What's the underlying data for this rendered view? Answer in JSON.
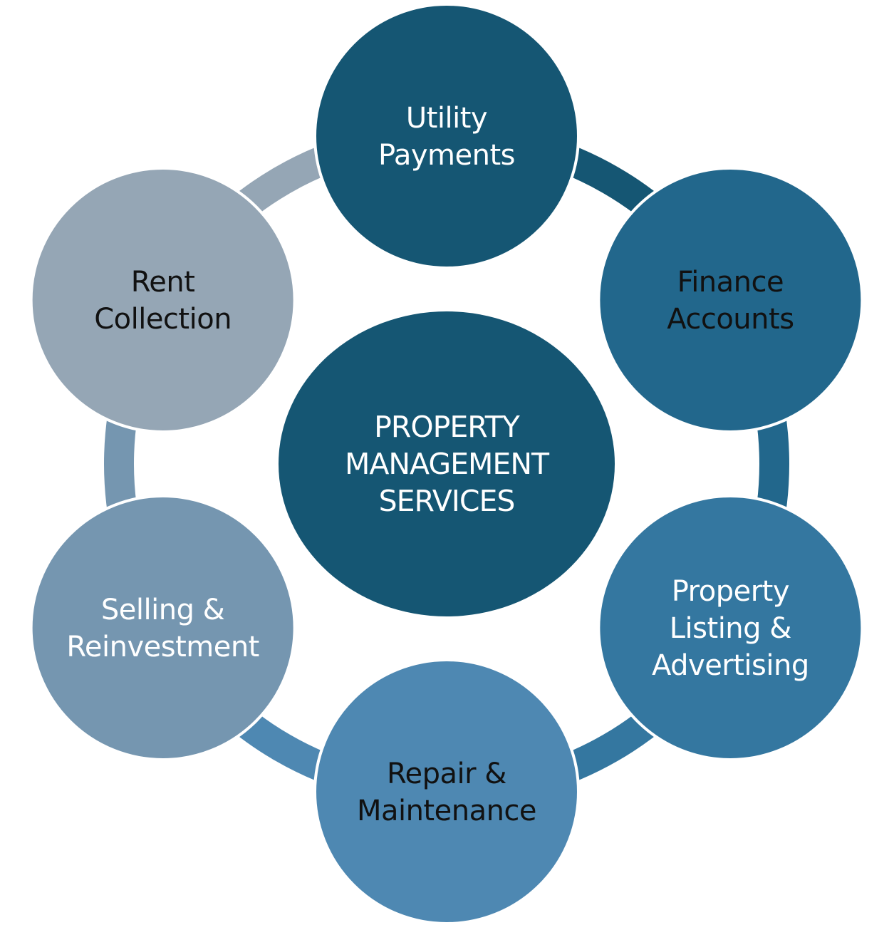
{
  "center": {
    "lines": [
      "PROPERTY",
      "MANAGEMENT",
      "SERVICES"
    ],
    "fill": "#155673",
    "text_color": "#ffffff"
  },
  "nodes": [
    {
      "id": "utility-payments",
      "lines": [
        "Utility",
        "Payments"
      ],
      "fill": "#155673",
      "text_color": "#ffffff"
    },
    {
      "id": "finance-accounts",
      "lines": [
        "Finance",
        "Accounts"
      ],
      "fill": "#22678C",
      "text_color": "#111111"
    },
    {
      "id": "property-listing-advertising",
      "lines": [
        "Property",
        "Listing &",
        "Advertising"
      ],
      "fill": "#3477A0",
      "text_color": "#ffffff"
    },
    {
      "id": "repair-maintenance",
      "lines": [
        "Repair &",
        "Maintenance"
      ],
      "fill": "#4E88B2",
      "text_color": "#111111"
    },
    {
      "id": "selling-reinvestment",
      "lines": [
        "Selling &",
        "Reinvestment"
      ],
      "fill": "#7596B0",
      "text_color": "#ffffff"
    },
    {
      "id": "rent-collection",
      "lines": [
        "Rent",
        "Collection"
      ],
      "fill": "#95A6B5",
      "text_color": "#111111"
    }
  ],
  "connectors": [
    {
      "id": "utility-to-finance",
      "color": "#155673"
    },
    {
      "id": "finance-to-listing",
      "color": "#22678C"
    },
    {
      "id": "listing-to-repair",
      "color": "#3477A0"
    },
    {
      "id": "repair-to-selling",
      "color": "#4E88B2"
    },
    {
      "id": "selling-to-rent",
      "color": "#7596B0"
    },
    {
      "id": "rent-to-utility",
      "color": "#95A6B5"
    }
  ]
}
